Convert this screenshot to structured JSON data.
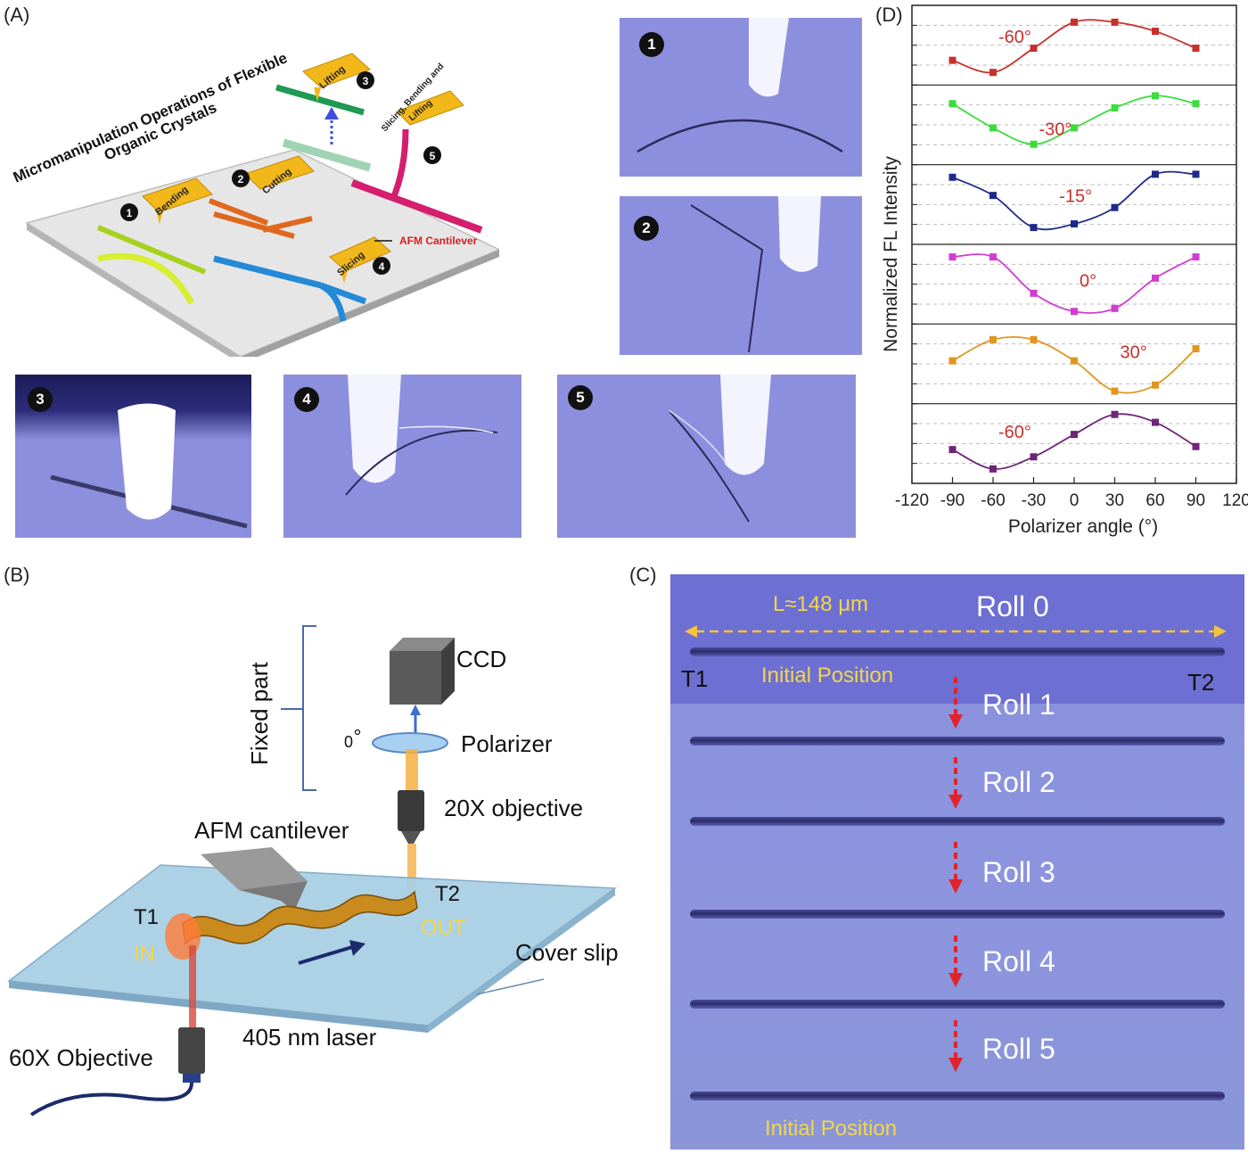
{
  "panels": {
    "a": "(A)",
    "b": "(B)",
    "c": "(C)",
    "d": "(D)"
  },
  "panel_a": {
    "title_line1": "Micromanipulation Operations of Flexible",
    "title_line2": "Organic  Crystals",
    "ops": {
      "bending": "Bending",
      "cutting": "Cutting",
      "lifting": "Lifting",
      "slicing": "Slicing",
      "slice_bend_lift_1": "Slicing, Bending and",
      "slice_bend_lift_2": "Lifting"
    },
    "afm_label": "AFM Cantilever",
    "numbers": [
      "1",
      "2",
      "3",
      "4",
      "5"
    ]
  },
  "panel_b": {
    "fixed_part": "Fixed part",
    "ccd": "CCD",
    "polarizer": "Polarizer",
    "zero_deg": "0",
    "objective20": "20X objective",
    "afm": "AFM cantilever",
    "t1": "T1",
    "in": "IN",
    "t2": "T2",
    "out": "OUT",
    "coverslip": "Cover slip",
    "laser": "405 nm laser",
    "objective60": "60X Objective"
  },
  "panel_c": {
    "length": "L≈148  μm",
    "t1": "T1",
    "t2": "T2",
    "initial_top": "Initial Position",
    "initial_bottom": "Initial Position",
    "rolls": [
      "Roll 0",
      "Roll 1",
      "Roll 2",
      "Roll 3",
      "Roll 4",
      "Roll 5"
    ]
  },
  "colors": {
    "substrate": "#8c8fdd",
    "arrow_red": "#e0242c",
    "yellow": "#f2d64a",
    "red": "#c8302c",
    "green": "#3cdc3c",
    "navy": "#1e2a8a",
    "magenta": "#d23cd2",
    "orange": "#e0961e",
    "purple": "#6e2478"
  },
  "chart_data": {
    "type": "line",
    "xlabel": "Polarizer angle (°)",
    "ylabel": "Normalized  FL Intensity",
    "xlim": [
      -120,
      120
    ],
    "xticks": [
      -120,
      -90,
      -60,
      -30,
      0,
      30,
      60,
      90,
      120
    ],
    "x": [
      -90,
      -60,
      -30,
      0,
      30,
      60,
      90
    ],
    "series": [
      {
        "name": "-60°",
        "values": [
          0.25,
          0.05,
          0.45,
          0.88,
          0.88,
          0.73,
          0.45
        ]
      },
      {
        "name": "-30°",
        "values": [
          0.85,
          0.45,
          0.18,
          0.45,
          0.78,
          0.98,
          0.85
        ]
      },
      {
        "name": "-15°",
        "values": [
          0.95,
          0.65,
          0.12,
          0.18,
          0.45,
          1.0,
          1.0
        ]
      },
      {
        "name": "0°",
        "values": [
          0.95,
          0.95,
          0.35,
          0.05,
          0.1,
          0.6,
          0.95
        ]
      },
      {
        "name": "30°",
        "values": [
          0.55,
          0.9,
          0.9,
          0.55,
          0.05,
          0.15,
          0.75
        ]
      },
      {
        "name": "-60°",
        "values": [
          0.4,
          0.08,
          0.28,
          0.65,
          0.98,
          0.85,
          0.45
        ]
      }
    ]
  }
}
